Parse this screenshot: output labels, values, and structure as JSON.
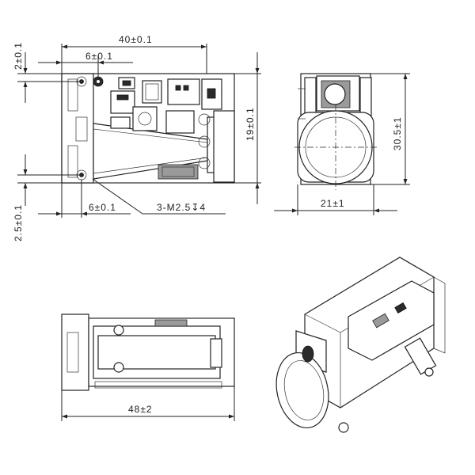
{
  "dimensions": {
    "width_top": "40±0.1",
    "offset_top": "6±0.1",
    "offset_left_top": "2±0.1",
    "offset_bottom": "6±0.1",
    "offset_left_bottom": "2.5±0.1",
    "height_side": "19±0.1",
    "thread_note": "3-M2.5↧4",
    "front_width": "21±1",
    "front_height": "30.5±1",
    "length_side": "48±2"
  }
}
